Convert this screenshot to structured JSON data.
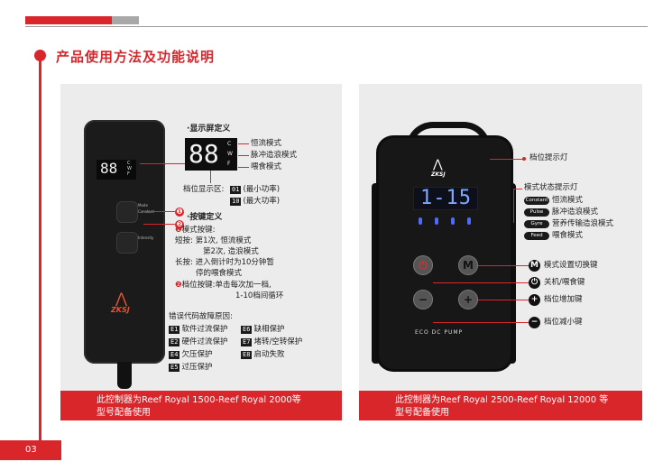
{
  "header": {
    "section_title": "产品使用方法及功能说明",
    "page_number": "03"
  },
  "left_panel": {
    "device_display": "88",
    "display_letters": [
      "C",
      "W",
      "F"
    ],
    "device_button_labels": [
      "Mode",
      "Constant",
      "Intensity"
    ],
    "brand": "ZKSJ",
    "display_def_title": "·显示屏定义",
    "big_display": "88",
    "modes": [
      "恒流模式",
      "脉冲造浪模式",
      "喂食模式"
    ],
    "level_area": "档位显示区:",
    "level_min_code": "01",
    "level_min_text": "(最小功率)",
    "level_max_code": "10",
    "level_max_text": "(最大功率)",
    "key_def_title": "·按键定义",
    "mode_key": "模式按键:",
    "short_press_1": "短按: 第1次, 恒流模式",
    "short_press_2": "第2次, 造浪模式",
    "long_press_1": "长按: 进入倒计时为10分钟暂",
    "long_press_2": "停的喂食模式",
    "level_key_1": "档位按键:单击每次加一档,",
    "level_key_2": "1-10档间循环",
    "error_title": "错误代码故障原因:",
    "errors": [
      {
        "code": "E1",
        "text": "软件过流保护"
      },
      {
        "code": "E6",
        "text": "缺相保护"
      },
      {
        "code": "E2",
        "text": "硬件过流保护"
      },
      {
        "code": "E7",
        "text": "堵转/空转保护"
      },
      {
        "code": "E4",
        "text": "欠压保护"
      },
      {
        "code": "E8",
        "text": "启动失败"
      },
      {
        "code": "E5",
        "text": "过压保护"
      }
    ],
    "caption_1": "此控制器为Reef Royal 1500-Reef Royal 2000等",
    "caption_2": "型号配备使用"
  },
  "right_panel": {
    "lcd": "1-15",
    "level_indicator": "档位提示灯",
    "mode_indicator": "模式状态提示灯",
    "mode_pills": [
      {
        "pill": "Constant",
        "text": "恒流模式"
      },
      {
        "pill": "Pulse",
        "text": "脉冲造浪模式"
      },
      {
        "pill": "Gyre",
        "text": "营养传输造浪模式"
      },
      {
        "pill": "Feed",
        "text": "喂食模式"
      }
    ],
    "key_labels": [
      {
        "icon": "M",
        "text": "模式设置切换键"
      },
      {
        "icon": "⏻",
        "text": "关机/喂食键"
      },
      {
        "icon": "+",
        "text": "档位增加键"
      },
      {
        "icon": "−",
        "text": "档位减小键"
      }
    ],
    "pump_label": "ECO DC PUMP",
    "caption_1": "此控制器为Reef Royal 2500-Reef Royal 12000 等",
    "caption_2": "型号配备使用"
  }
}
